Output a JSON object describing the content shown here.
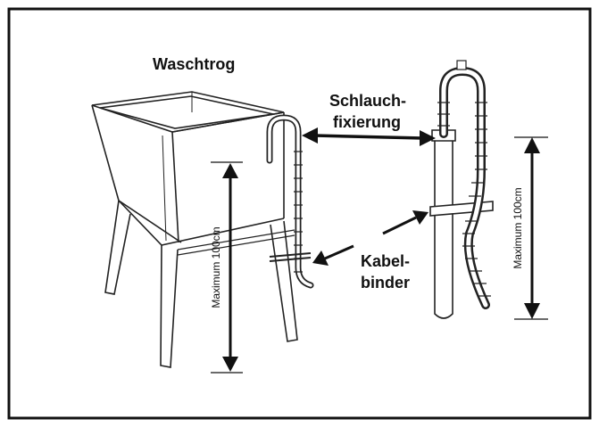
{
  "labels": {
    "sink_title": "Waschtrog",
    "hose_holder_line1": "Schlauch-",
    "hose_holder_line2": "fixierung",
    "cable_tie_line1": "Kabel-",
    "cable_tie_line2": "binder",
    "height_left": "Maximum 100cm",
    "height_right": "Maximum 100cm"
  },
  "colors": {
    "line": "#111111",
    "background": "#ffffff"
  }
}
